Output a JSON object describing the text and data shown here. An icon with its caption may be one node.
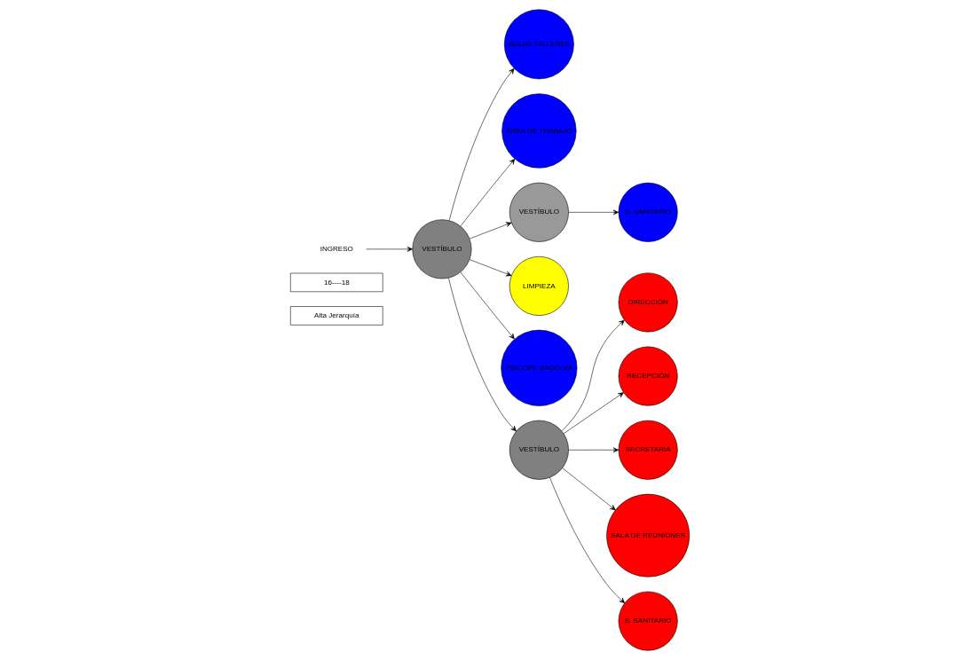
{
  "diagram": {
    "nodes": [
      {
        "text": [
          "INGRESO"
        ]
      },
      {
        "text": [
          "VESTÍBULO"
        ]
      },
      {
        "text": [
          "ÁULAS TALLERES"
        ]
      },
      {
        "text": [
          "ÁREA DE TRABAJO"
        ]
      },
      {
        "text": [
          "VESTÍBULO"
        ]
      },
      {
        "text": [
          "S. SANITARIO"
        ]
      },
      {
        "text": [
          "LIMPIEZA"
        ]
      },
      {
        "text": [
          "PSICOPE DADOGÍA"
        ]
      },
      {
        "text": [
          "VESTÍBULO"
        ]
      },
      {
        "text": [
          "DIRECCIÓN"
        ]
      },
      {
        "text": [
          "RECEPCIÓN"
        ]
      },
      {
        "text": [
          "SECRETARIA"
        ]
      },
      {
        "text": [
          "SALA DE REUNIONES"
        ]
      },
      {
        "text": [
          "S. SANITARIO"
        ]
      }
    ],
    "edges": [
      {
        "from": 0,
        "to": 1,
        "arrow": "to"
      },
      {
        "from": 1,
        "to": 2,
        "arrow": "to"
      },
      {
        "from": 1,
        "to": 3,
        "arrow": "to"
      },
      {
        "from": 1,
        "to": 4,
        "arrow": "to"
      },
      {
        "from": 4,
        "to": 5,
        "arrow": "to"
      },
      {
        "from": 1,
        "to": 6,
        "arrow": "to"
      },
      {
        "from": 1,
        "to": 7,
        "arrow": "to"
      },
      {
        "from": 1,
        "to": 8,
        "arrow": "to"
      },
      {
        "from": 8,
        "to": 9,
        "arrow": "to"
      },
      {
        "from": 8,
        "to": 10,
        "arrow": "to"
      },
      {
        "from": 8,
        "to": 11,
        "arrow": "to"
      },
      {
        "from": 8,
        "to": 12,
        "arrow": "to"
      },
      {
        "from": 8,
        "to": 13,
        "arrow": "to"
      }
    ],
    "labels": [
      "16----18",
      "Alta Jerarquía"
    ]
  }
}
